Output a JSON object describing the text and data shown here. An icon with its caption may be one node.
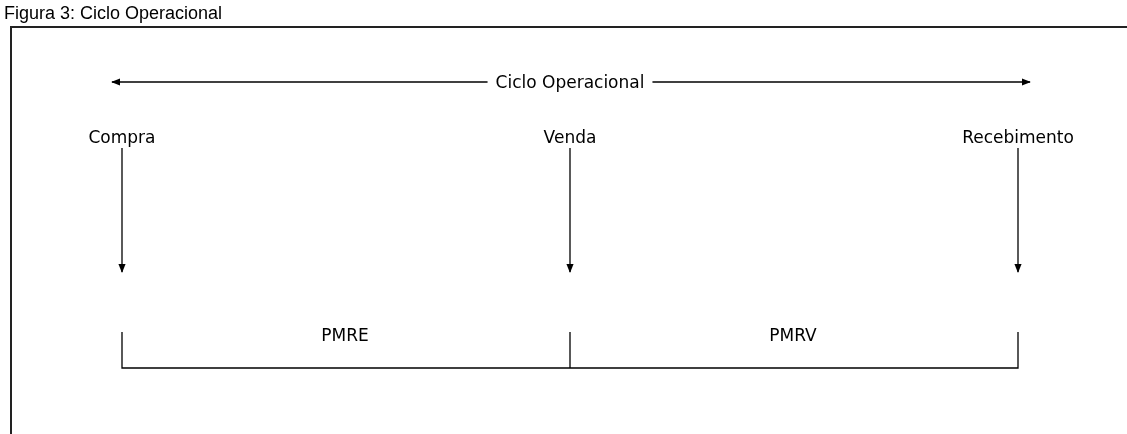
{
  "diagram": {
    "title": "Figura 3: Ciclo Operacional",
    "nodes": [
      {
        "text": [
          "Compra"
        ]
      },
      {
        "text": [
          "Venda"
        ]
      },
      {
        "text": [
          "Recebimento"
        ]
      }
    ],
    "edges": [
      {
        "from": 0,
        "to": null,
        "arrow": "to"
      },
      {
        "from": 1,
        "to": null,
        "arrow": "to"
      },
      {
        "from": 2,
        "to": null,
        "arrow": "to"
      }
    ],
    "labels": [
      "Ciclo Operacional",
      "PMRE",
      "PMRV"
    ]
  }
}
